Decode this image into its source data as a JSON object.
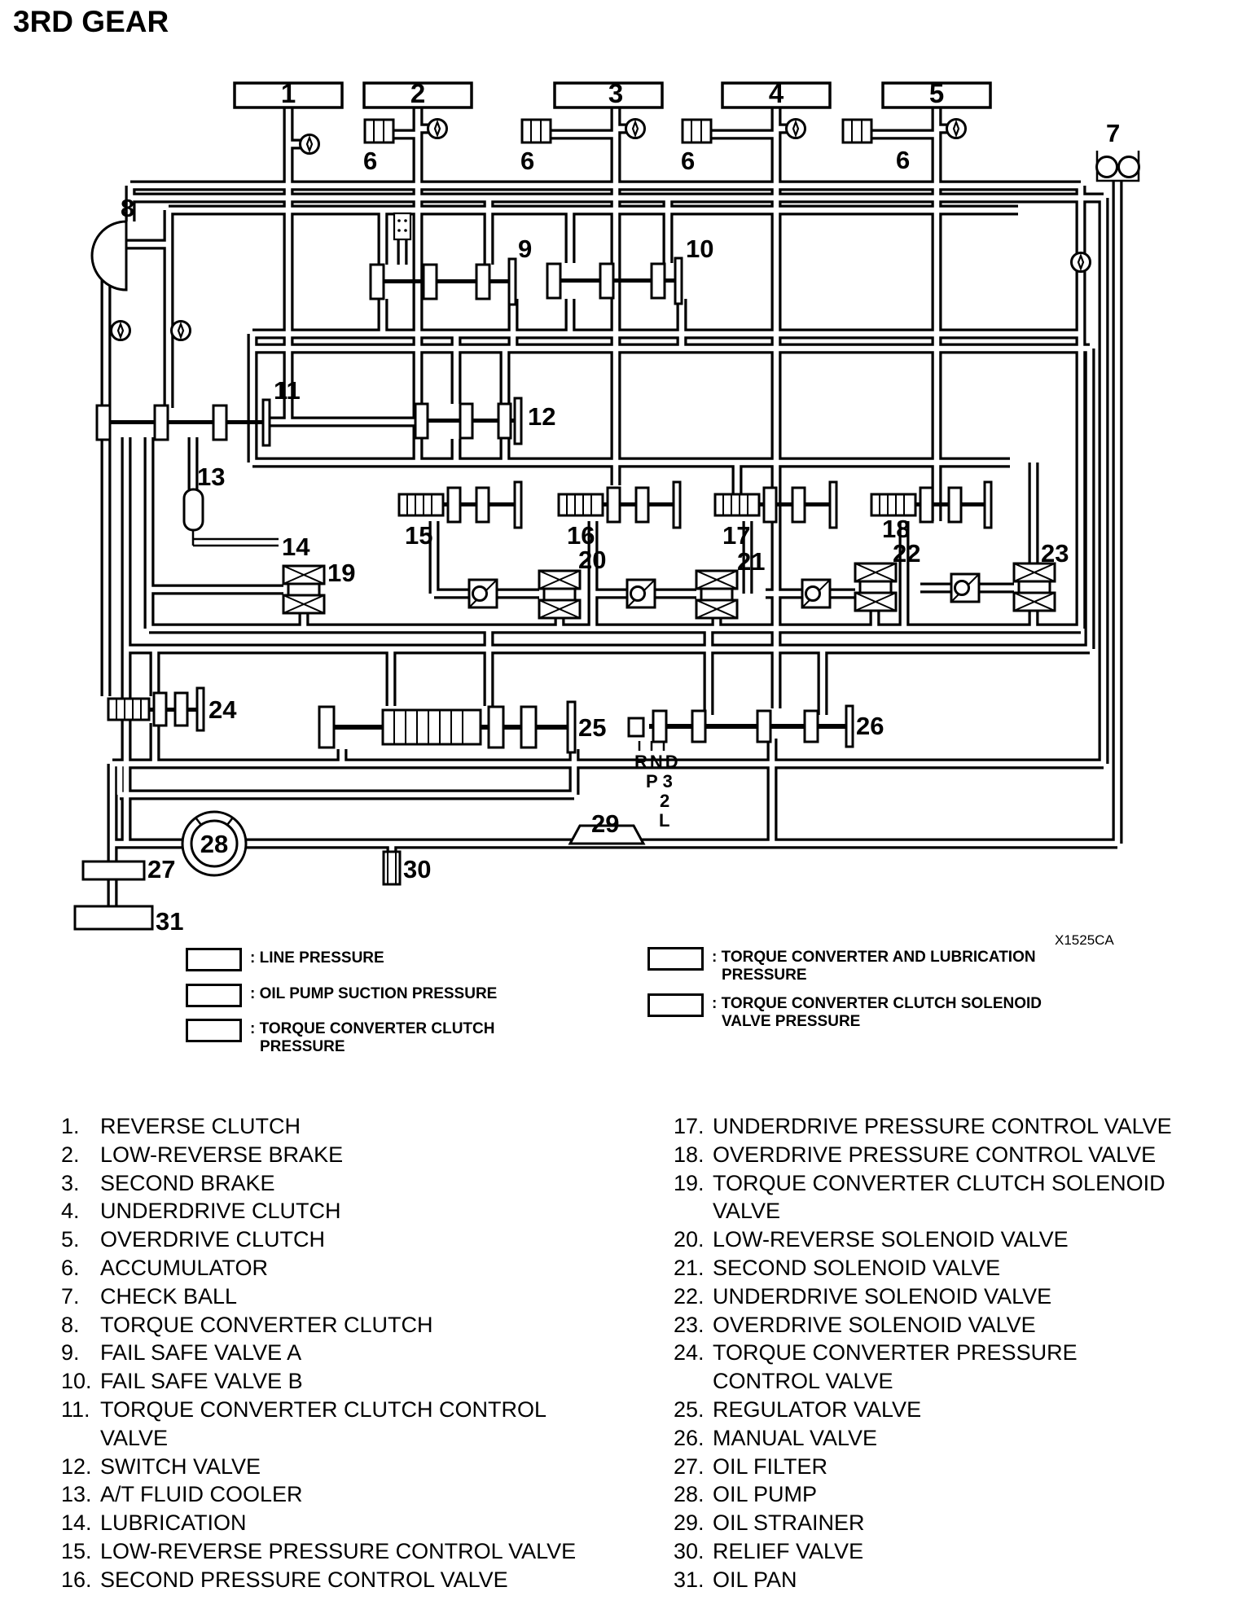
{
  "title": "3RD GEAR",
  "code": "X1525CA",
  "diagram": {
    "box_labels": [
      "1",
      "2",
      "3",
      "4",
      "5"
    ],
    "callouts": {
      "c6a": "6",
      "c6b": "6",
      "c6c": "6",
      "c6d": "6",
      "c7": "7",
      "c8": "8",
      "c9": "9",
      "c10": "10",
      "c11": "11",
      "c12": "12",
      "c13": "13",
      "c14": "14",
      "c15": "15",
      "c16": "16",
      "c17": "17",
      "c18": "18",
      "c19": "19",
      "c20": "20",
      "c21": "21",
      "c22": "22",
      "c23": "23",
      "c24": "24",
      "c25": "25",
      "c26": "26",
      "c27": "27",
      "c28": "28",
      "c29": "29",
      "c30": "30",
      "c31": "31"
    },
    "gear_positions": {
      "rnd": "RND",
      "p3": "P3",
      "two": "2",
      "low": "L"
    }
  },
  "legend": {
    "left": [
      {
        "lines": [
          ": LINE PRESSURE"
        ]
      },
      {
        "lines": [
          ": OIL PUMP SUCTION PRESSURE"
        ]
      },
      {
        "lines": [
          ": TORQUE CONVERTER CLUTCH",
          "PRESSURE"
        ]
      }
    ],
    "right": [
      {
        "lines": [
          ": TORQUE CONVERTER AND LUBRICATION",
          "PRESSURE"
        ]
      },
      {
        "lines": [
          ": TORQUE CONVERTER CLUTCH SOLENOID",
          "VALVE PRESSURE"
        ]
      }
    ]
  },
  "parts": {
    "left": [
      {
        "num": "1.",
        "label": "REVERSE CLUTCH"
      },
      {
        "num": "2.",
        "label": "LOW-REVERSE BRAKE"
      },
      {
        "num": "3.",
        "label": "SECOND BRAKE"
      },
      {
        "num": "4.",
        "label": "UNDERDRIVE CLUTCH"
      },
      {
        "num": "5.",
        "label": "OVERDRIVE CLUTCH"
      },
      {
        "num": "6.",
        "label": "ACCUMULATOR"
      },
      {
        "num": "7.",
        "label": "CHECK BALL"
      },
      {
        "num": "8.",
        "label": "TORQUE CONVERTER CLUTCH"
      },
      {
        "num": "9.",
        "label": "FAIL SAFE VALVE A"
      },
      {
        "num": "10.",
        "label": "FAIL SAFE VALVE B"
      },
      {
        "num": "11.",
        "label": "TORQUE CONVERTER CLUTCH CONTROL VALVE"
      },
      {
        "num": "12.",
        "label": "SWITCH VALVE"
      },
      {
        "num": "13.",
        "label": "A/T FLUID COOLER"
      },
      {
        "num": "14.",
        "label": "LUBRICATION"
      },
      {
        "num": "15.",
        "label": "LOW-REVERSE PRESSURE CONTROL VALVE"
      },
      {
        "num": "16.",
        "label": "SECOND PRESSURE CONTROL VALVE"
      }
    ],
    "right": [
      {
        "num": "17.",
        "label": "UNDERDRIVE PRESSURE CONTROL VALVE"
      },
      {
        "num": "18.",
        "label": "OVERDRIVE PRESSURE CONTROL VALVE"
      },
      {
        "num": "19.",
        "label": "TORQUE CONVERTER CLUTCH SOLENOID VALVE"
      },
      {
        "num": "20.",
        "label": "LOW-REVERSE SOLENOID VALVE"
      },
      {
        "num": "21.",
        "label": "SECOND SOLENOID VALVE"
      },
      {
        "num": "22.",
        "label": "UNDERDRIVE SOLENOID VALVE"
      },
      {
        "num": "23.",
        "label": "OVERDRIVE SOLENOID VALVE"
      },
      {
        "num": "24.",
        "label": "TORQUE CONVERTER PRESSURE CONTROL VALVE"
      },
      {
        "num": "25.",
        "label": "REGULATOR VALVE"
      },
      {
        "num": "26.",
        "label": "MANUAL VALVE"
      },
      {
        "num": "27.",
        "label": "OIL FILTER"
      },
      {
        "num": "28.",
        "label": "OIL PUMP"
      },
      {
        "num": "29.",
        "label": "OIL STRAINER"
      },
      {
        "num": "30.",
        "label": "RELIEF VALVE"
      },
      {
        "num": "31.",
        "label": "OIL PAN"
      }
    ]
  }
}
